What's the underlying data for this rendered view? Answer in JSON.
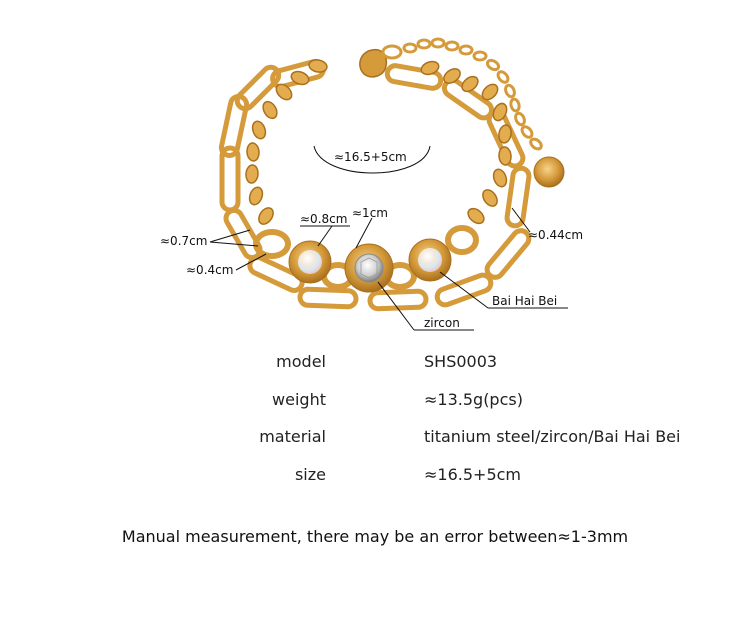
{
  "diagram": {
    "arc_size": "≈16.5+5cm",
    "labels": {
      "thin_chain": "≈0.7cm",
      "link": "≈0.4cm",
      "shell_disc": "≈0.8cm",
      "zircon_disc": "≈1cm",
      "side_chain": "≈0.44cm",
      "stone_bai": "Bai Hai Bei",
      "stone_zircon": "zircon"
    },
    "colors": {
      "gold": "#d59a3a",
      "gold_dark": "#a8701f",
      "gold_light": "#f1c873"
    }
  },
  "specs": [
    {
      "label": "model",
      "value": "SHS0003"
    },
    {
      "label": "weight",
      "value": "≈13.5g(pcs)"
    },
    {
      "label": "material",
      "value": "titanium steel/zircon/Bai Hai Bei"
    },
    {
      "label": "size",
      "value": "≈16.5+5cm"
    }
  ],
  "note": "Manual measurement, there may be an error between≈1-3mm"
}
